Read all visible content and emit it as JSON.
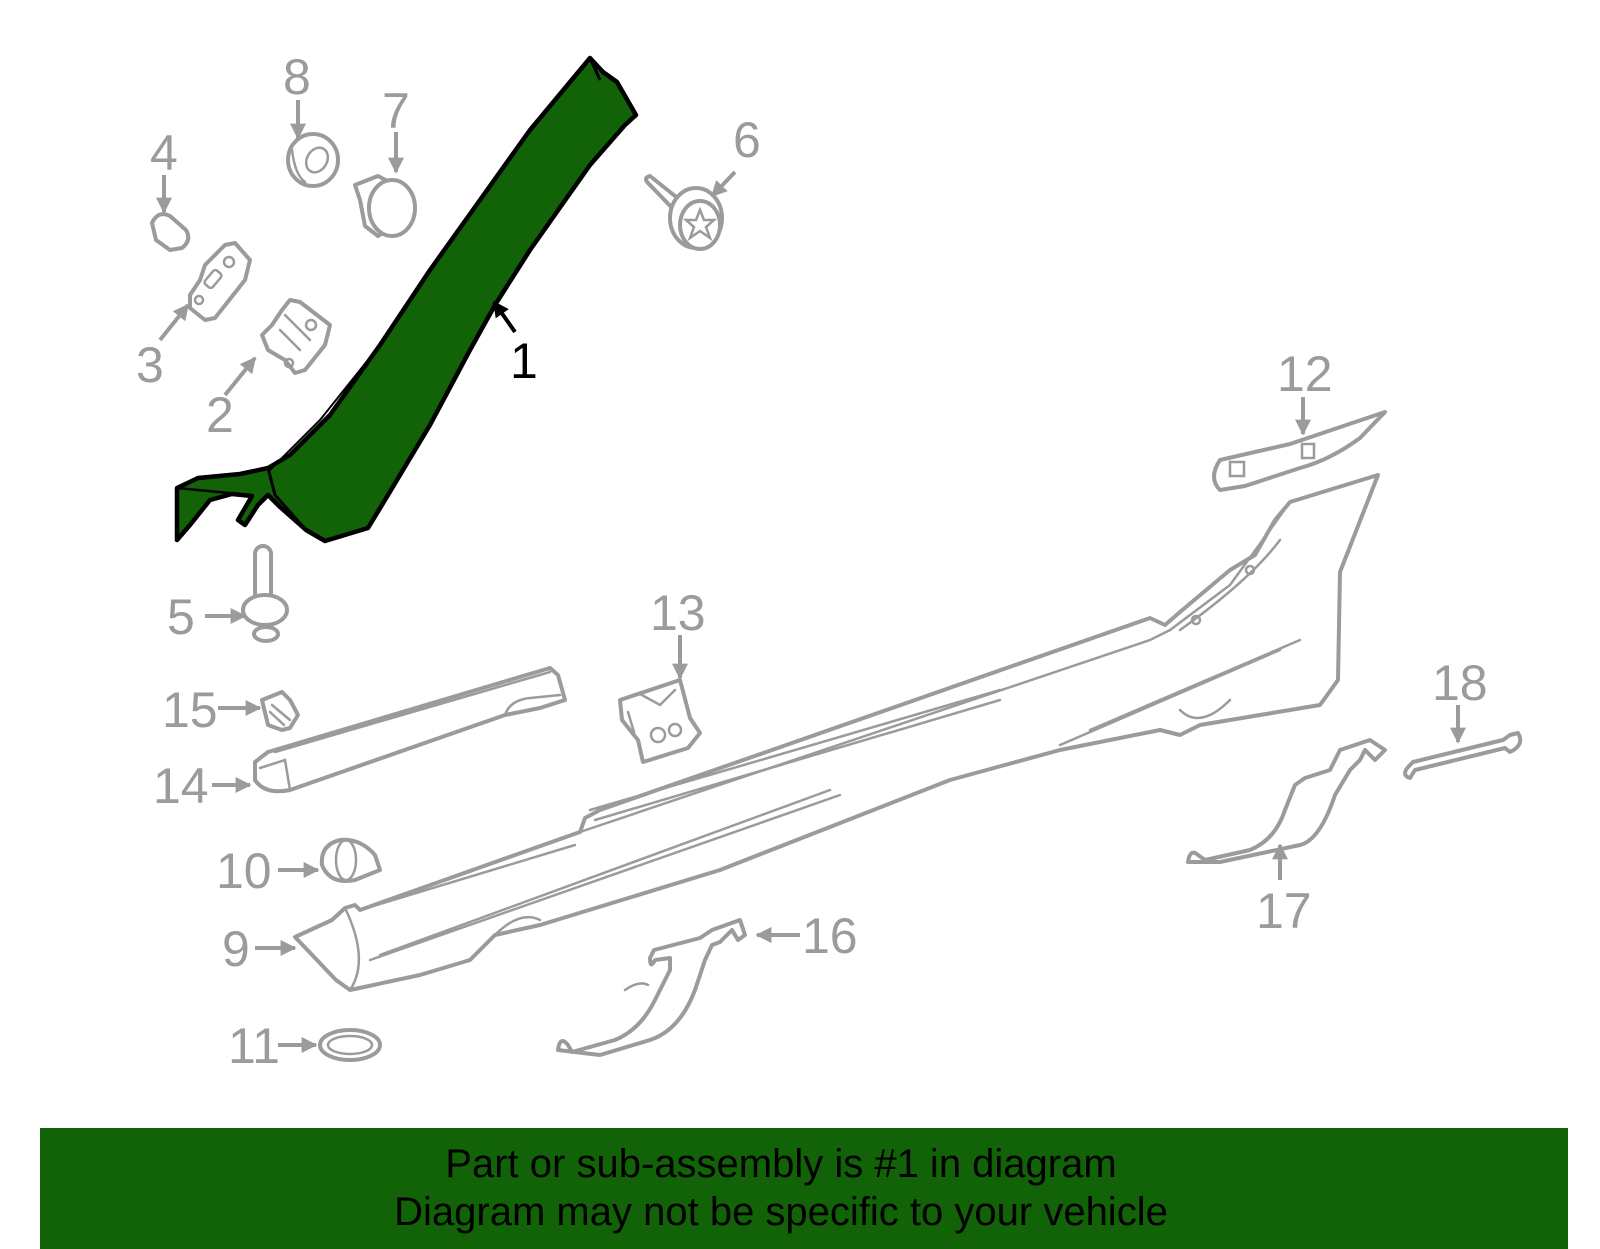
{
  "diagram": {
    "title": "Rocker panel / pillar trim exploded parts diagram",
    "highlight_color": "#126307",
    "line_color": "#9b9b9b",
    "highlighted_part": "1",
    "callouts": [
      {
        "id": "1",
        "label": "1"
      },
      {
        "id": "2",
        "label": "2"
      },
      {
        "id": "3",
        "label": "3"
      },
      {
        "id": "4",
        "label": "4"
      },
      {
        "id": "5",
        "label": "5"
      },
      {
        "id": "6",
        "label": "6"
      },
      {
        "id": "7",
        "label": "7"
      },
      {
        "id": "8",
        "label": "8"
      },
      {
        "id": "9",
        "label": "9"
      },
      {
        "id": "10",
        "label": "10"
      },
      {
        "id": "11",
        "label": "11"
      },
      {
        "id": "12",
        "label": "12"
      },
      {
        "id": "13",
        "label": "13"
      },
      {
        "id": "14",
        "label": "14"
      },
      {
        "id": "15",
        "label": "15"
      },
      {
        "id": "16",
        "label": "16"
      },
      {
        "id": "17",
        "label": "17"
      },
      {
        "id": "18",
        "label": "18"
      }
    ]
  },
  "banner": {
    "background": "#126307",
    "line1": "Part or sub-assembly is #1 in diagram",
    "line2": "Diagram may not be specific to your vehicle"
  }
}
